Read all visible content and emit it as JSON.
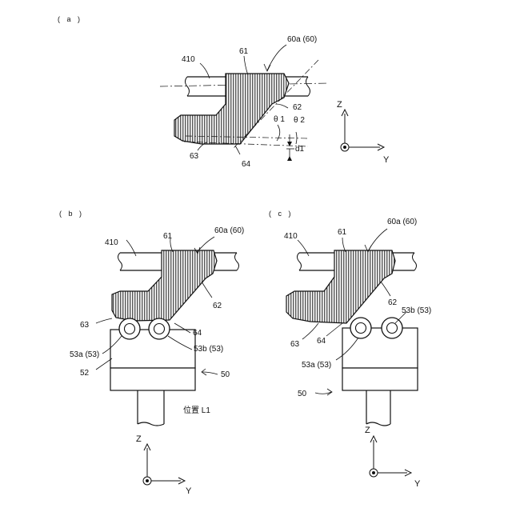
{
  "panels": {
    "a": {
      "panel_label": "( a )",
      "ref_60a": "60a (60)",
      "ref_410": "410",
      "ref_61": "61",
      "ref_62": "62",
      "ref_63": "63",
      "ref_64": "64",
      "theta1": "θ 1",
      "theta2": "θ 2",
      "d1": "d1",
      "axis_z": "Z",
      "axis_y": "Y"
    },
    "b": {
      "panel_label": "( b )",
      "ref_60a": "60a (60)",
      "ref_410": "410",
      "ref_61": "61",
      "ref_62": "62",
      "ref_63": "63",
      "ref_64": "64",
      "ref_53a": "53a (53)",
      "ref_53b": "53b (53)",
      "ref_52": "52",
      "ref_50": "50",
      "position": "位置 L1",
      "axis_z": "Z",
      "axis_y": "Y"
    },
    "c": {
      "panel_label": "( c )",
      "ref_60a": "60a (60)",
      "ref_410": "410",
      "ref_61": "61",
      "ref_62": "62",
      "ref_63": "63",
      "ref_64": "64",
      "ref_53a": "53a (53)",
      "ref_53b": "53b (53)",
      "ref_50": "50",
      "axis_z": "Z",
      "axis_y": "Y"
    }
  }
}
